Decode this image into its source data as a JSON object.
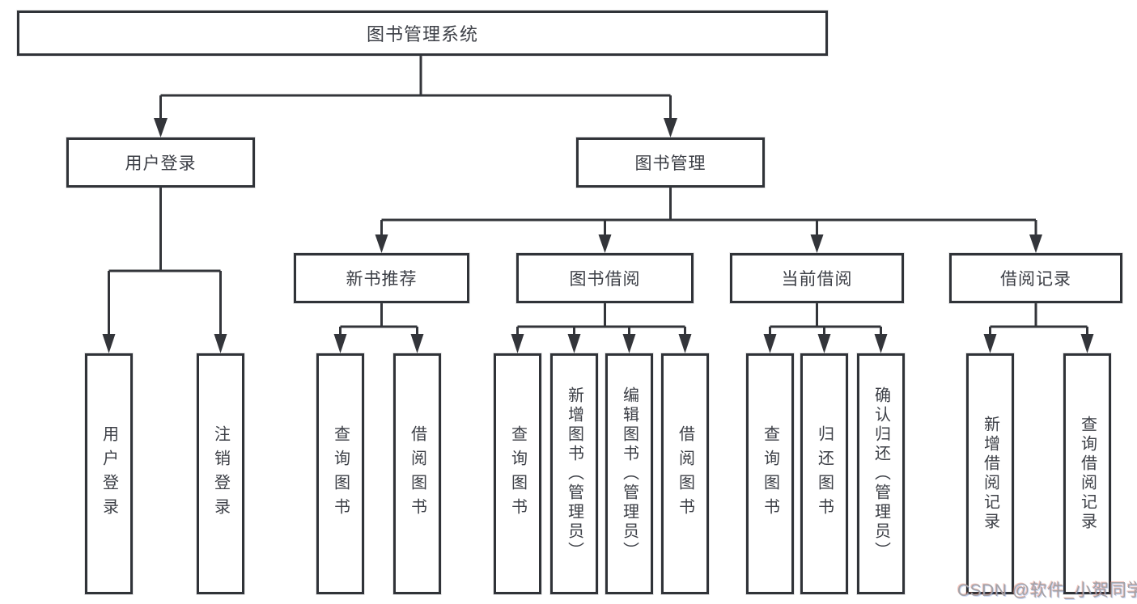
{
  "tree": {
    "root": {
      "label": "图书管理系统"
    },
    "branches": [
      {
        "label": "用户登录",
        "children": [
          {
            "label": "用户登录"
          },
          {
            "label": "注销登录"
          }
        ]
      },
      {
        "label": "图书管理",
        "children": [
          {
            "label": "新书推荐",
            "children": [
              {
                "label": "查询图书"
              },
              {
                "label": "借阅图书"
              }
            ]
          },
          {
            "label": "图书借阅",
            "children": [
              {
                "label": "查询图书"
              },
              {
                "label": "新增图书（管理员）"
              },
              {
                "label": "编辑图书（管理员）"
              },
              {
                "label": "借阅图书"
              }
            ]
          },
          {
            "label": "当前借阅",
            "children": [
              {
                "label": "查询图书"
              },
              {
                "label": "归还图书"
              },
              {
                "label": "确认归还（管理员）"
              }
            ]
          },
          {
            "label": "借阅记录",
            "children": [
              {
                "label": "新增借阅记录"
              },
              {
                "label": "查询借阅记录"
              }
            ]
          }
        ]
      }
    ]
  },
  "watermark": {
    "text": "CSDN @软件_小贺同学"
  },
  "colors": {
    "line": "#33353a",
    "box_border": "#303338",
    "text": "#3c3f46",
    "watermark": "#a2a2a6"
  }
}
